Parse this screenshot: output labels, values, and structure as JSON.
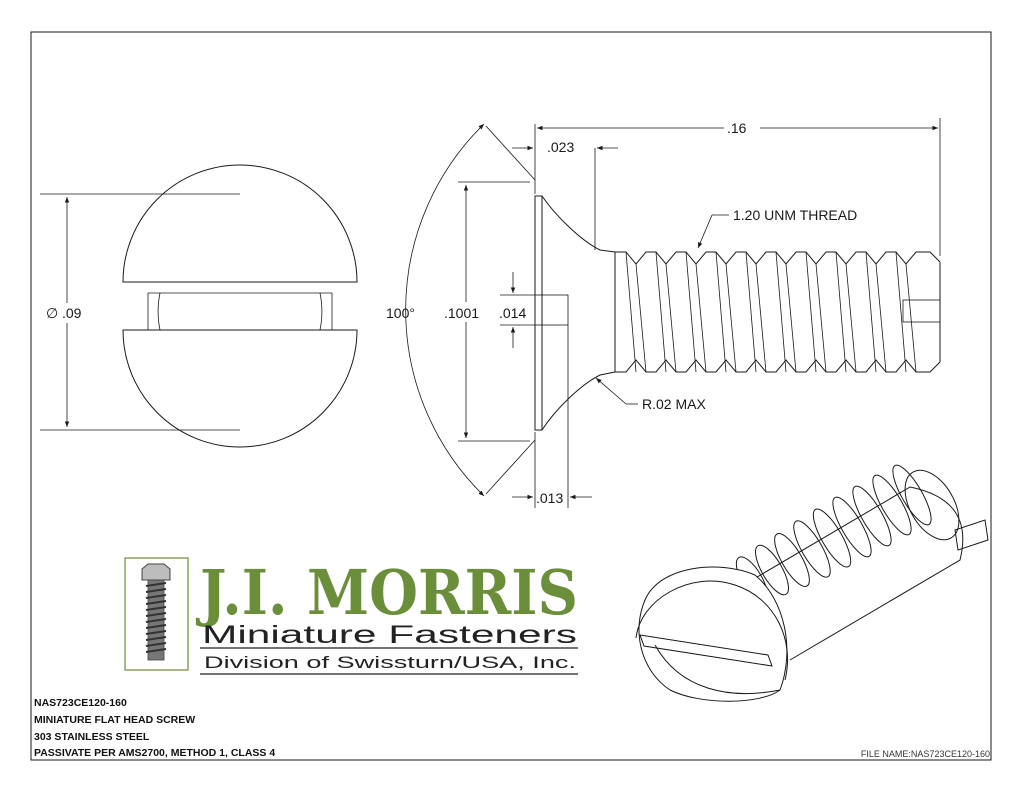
{
  "dimensions": {
    "dia": ".09",
    "dia_symbol": "∅",
    "angle": "100°",
    "head_dia": ".1001",
    "slot_width": ".014",
    "head_height": ".023",
    "length": ".16",
    "thread": "1.20 UNM THREAD",
    "radius": "R.02 MAX",
    "slot_depth": ".013"
  },
  "logo": {
    "name": "J.I. MORRIS",
    "line1": "Miniature Fasteners",
    "line2": "Division of Swissturn/USA, Inc."
  },
  "notes": [
    "NAS723CE120-160",
    "MINIATURE FLAT HEAD SCREW",
    "303 STAINLESS STEEL",
    "PASSIVATE PER AMS2700, METHOD 1, CLASS 4"
  ],
  "file_name": "FILE NAME:NAS723CE120-160",
  "colors": {
    "brand_green": "#6b8e3a",
    "line": "#1a1a1a"
  }
}
